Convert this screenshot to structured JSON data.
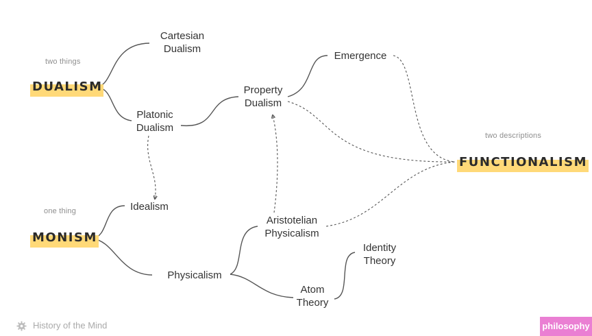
{
  "categories": {
    "dualism": {
      "label": "DUALISM",
      "note": "two things"
    },
    "monism": {
      "label": "MONISM",
      "note": "one thing"
    },
    "functionalism": {
      "label": "FUNCTIONALISM",
      "note": "two descriptions"
    }
  },
  "nodes": {
    "cartesian_dualism": [
      "Cartesian",
      "Dualism"
    ],
    "platonic_dualism": [
      "Platonic",
      "Dualism"
    ],
    "property_dualism": [
      "Property",
      "Dualism"
    ],
    "emergence": "Emergence",
    "idealism": "Idealism",
    "physicalism": "Physicalism",
    "aristotelian_physicalism": [
      "Aristotelian",
      "Physicalism"
    ],
    "atom_theory": [
      "Atom",
      "Theory"
    ],
    "identity_theory": [
      "Identity",
      "Theory"
    ]
  },
  "footer": {
    "title": "History of the Mind",
    "icon": "gear-icon",
    "tag": "philosophy"
  },
  "colors": {
    "highlight": "#ffd978",
    "tag": "#ea7fd3",
    "line": "#555555"
  },
  "links": [
    {
      "from": "DUALISM",
      "to": "Cartesian Dualism",
      "style": "solid"
    },
    {
      "from": "DUALISM",
      "to": "Platonic Dualism",
      "style": "solid"
    },
    {
      "from": "Platonic Dualism",
      "to": "Property Dualism",
      "style": "solid"
    },
    {
      "from": "Property Dualism",
      "to": "Emergence",
      "style": "solid"
    },
    {
      "from": "Platonic Dualism",
      "to": "Idealism",
      "style": "dashed-arrow"
    },
    {
      "from": "MONISM",
      "to": "Idealism",
      "style": "solid"
    },
    {
      "from": "MONISM",
      "to": "Physicalism",
      "style": "solid"
    },
    {
      "from": "Physicalism",
      "to": "Aristotelian Physicalism",
      "style": "solid"
    },
    {
      "from": "Physicalism",
      "to": "Atom Theory",
      "style": "solid"
    },
    {
      "from": "Atom Theory",
      "to": "Identity Theory",
      "style": "solid"
    },
    {
      "from": "Aristotelian Physicalism",
      "to": "Property Dualism",
      "style": "dashed-arrow"
    },
    {
      "from": "Emergence",
      "to": "FUNCTIONALISM",
      "style": "dashed"
    },
    {
      "from": "Property Dualism",
      "to": "FUNCTIONALISM",
      "style": "dashed"
    },
    {
      "from": "Aristotelian Physicalism",
      "to": "FUNCTIONALISM",
      "style": "dashed"
    }
  ]
}
